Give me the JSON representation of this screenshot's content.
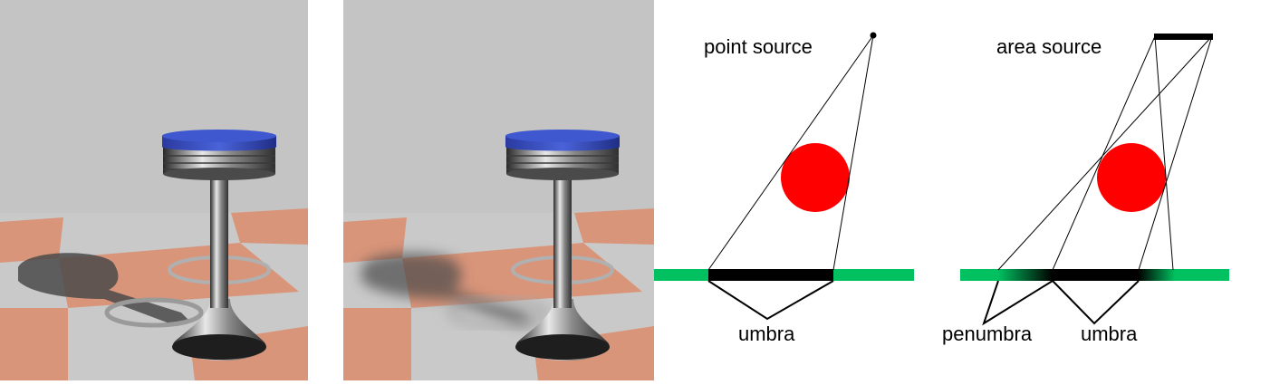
{
  "diagrams": {
    "point_source": {
      "source_label": "point source",
      "umbra_label": "umbra"
    },
    "area_source": {
      "source_label": "area source",
      "penumbra_label": "penumbra",
      "umbra_label": "umbra"
    }
  },
  "colors": {
    "ground": "#00c060",
    "occluder": "#ff0000",
    "shadow": "#000000",
    "seat": "#3355cc",
    "floor_tile": "#d9957a",
    "floor_light": "#c8c8c8",
    "wall": "#c4c4c4"
  }
}
